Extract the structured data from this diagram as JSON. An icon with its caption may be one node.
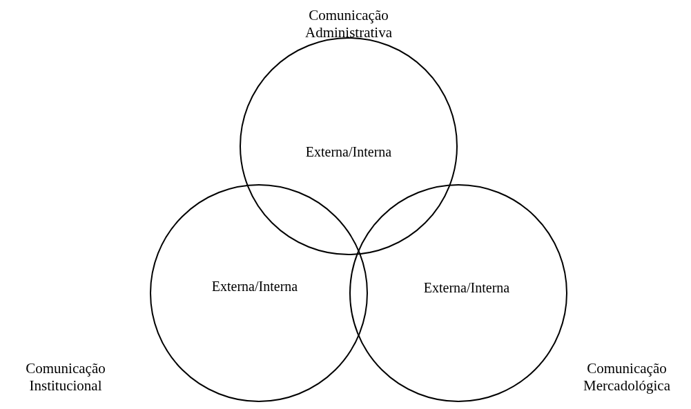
{
  "diagram": {
    "nodes": [
      {
        "text": [
          "Comunicação Administrativa",
          "Externa/Interna"
        ]
      },
      {
        "text": [
          "Externa/Interna",
          "Comunicação Institucional"
        ]
      },
      {
        "text": [
          "Externa/Interna",
          "Comunicação Mercadológica"
        ]
      }
    ]
  }
}
